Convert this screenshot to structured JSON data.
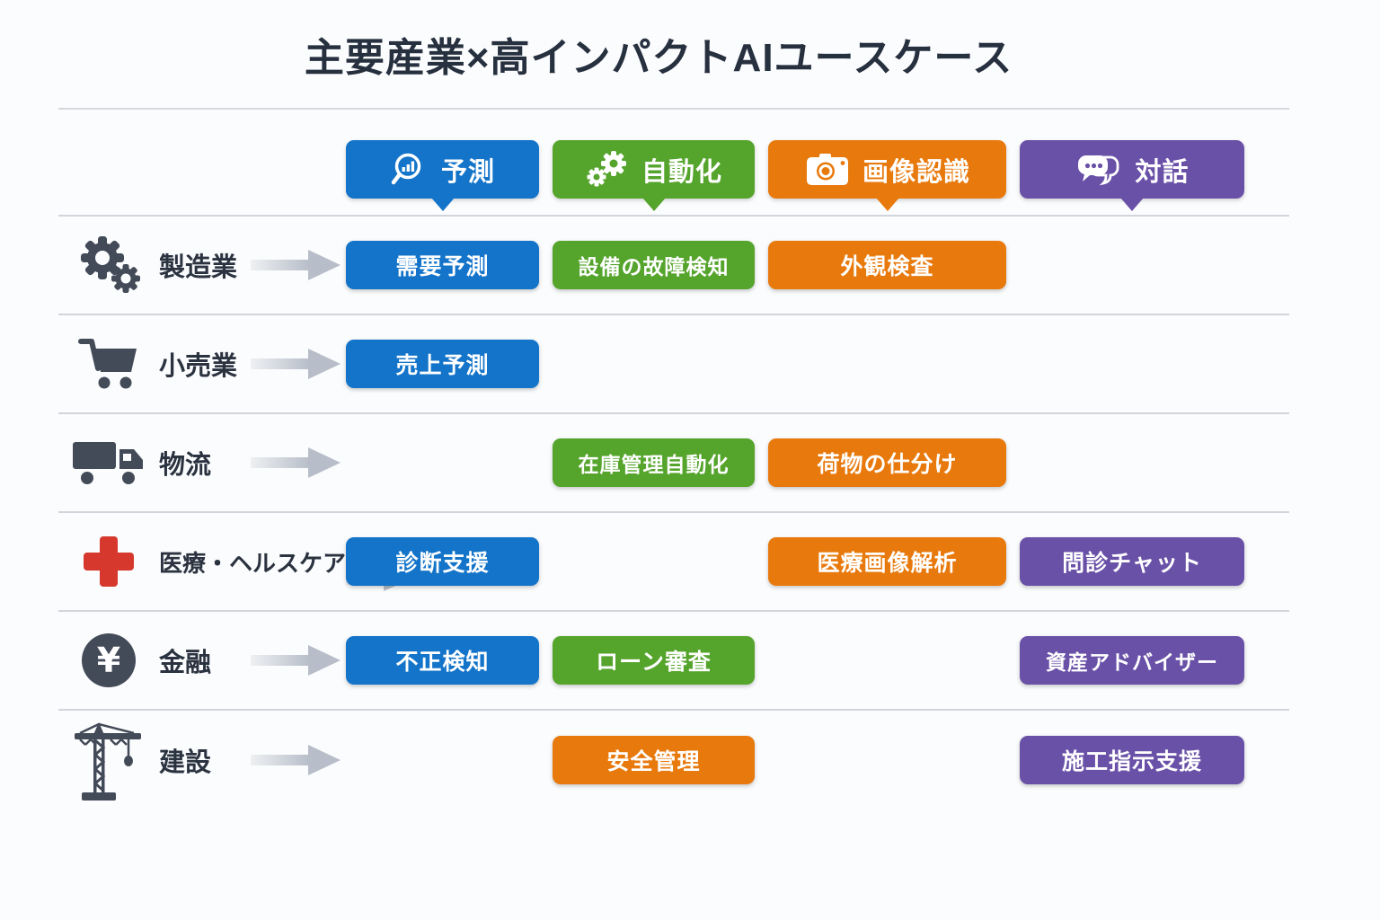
{
  "title": "主要産業×高インパクトAIユースケース",
  "colors": {
    "prediction_blue": "#1374c9",
    "automation_green": "#55a42c",
    "image_orange": "#e8790c",
    "conversation_purple": "#6a51a8",
    "text_dark": "#2b3340",
    "icon_dark": "#434a58",
    "medical_red": "#d6382e",
    "separator": "#d2d5db",
    "background": "#fbfcfd",
    "arrow_gray": "#b7bec9"
  },
  "columns": [
    {
      "id": "prediction",
      "label": "予測",
      "icon": "magnifier-chart-icon",
      "color": "#1374c9"
    },
    {
      "id": "automation",
      "label": "自動化",
      "icon": "gears-icon",
      "color": "#55a42c"
    },
    {
      "id": "image-recognition",
      "label": "画像認識",
      "icon": "camera-icon",
      "color": "#e8790c"
    },
    {
      "id": "conversation",
      "label": "対話",
      "icon": "chat-bubbles-icon",
      "color": "#6a51a8"
    }
  ],
  "rows": [
    {
      "industry": "製造業",
      "icon": "factory-gears-icon",
      "cells": [
        {
          "col": 0,
          "label": "需要予測"
        },
        {
          "col": 1,
          "label": "設備の故障検知"
        },
        {
          "col": 2,
          "label": "外観検査"
        }
      ]
    },
    {
      "industry": "小売業",
      "icon": "shopping-cart-icon",
      "cells": [
        {
          "col": 0,
          "label": "売上予測"
        }
      ]
    },
    {
      "industry": "物流",
      "icon": "truck-icon",
      "cells": [
        {
          "col": 1,
          "label": "在庫管理自動化"
        },
        {
          "col": 2,
          "label": "荷物の仕分け"
        }
      ]
    },
    {
      "industry": "医療・ヘルスケア",
      "icon": "medical-cross-icon",
      "cells": [
        {
          "col": 0,
          "label": "診断支援"
        },
        {
          "col": 2,
          "label": "医療画像解析"
        },
        {
          "col": 3,
          "label": "問診チャット"
        }
      ]
    },
    {
      "industry": "金融",
      "icon": "yen-coin-icon",
      "cells": [
        {
          "col": 0,
          "label": "不正検知"
        },
        {
          "col": 1,
          "label": "ローン審査"
        },
        {
          "col": 3,
          "label": "資産アドバイザー"
        }
      ]
    },
    {
      "industry": "建設",
      "icon": "crane-icon",
      "cells": [
        {
          "col": 1,
          "label": "安全管理",
          "color": "#e8790c"
        },
        {
          "col": 3,
          "label": "施工指示支援"
        }
      ]
    }
  ]
}
